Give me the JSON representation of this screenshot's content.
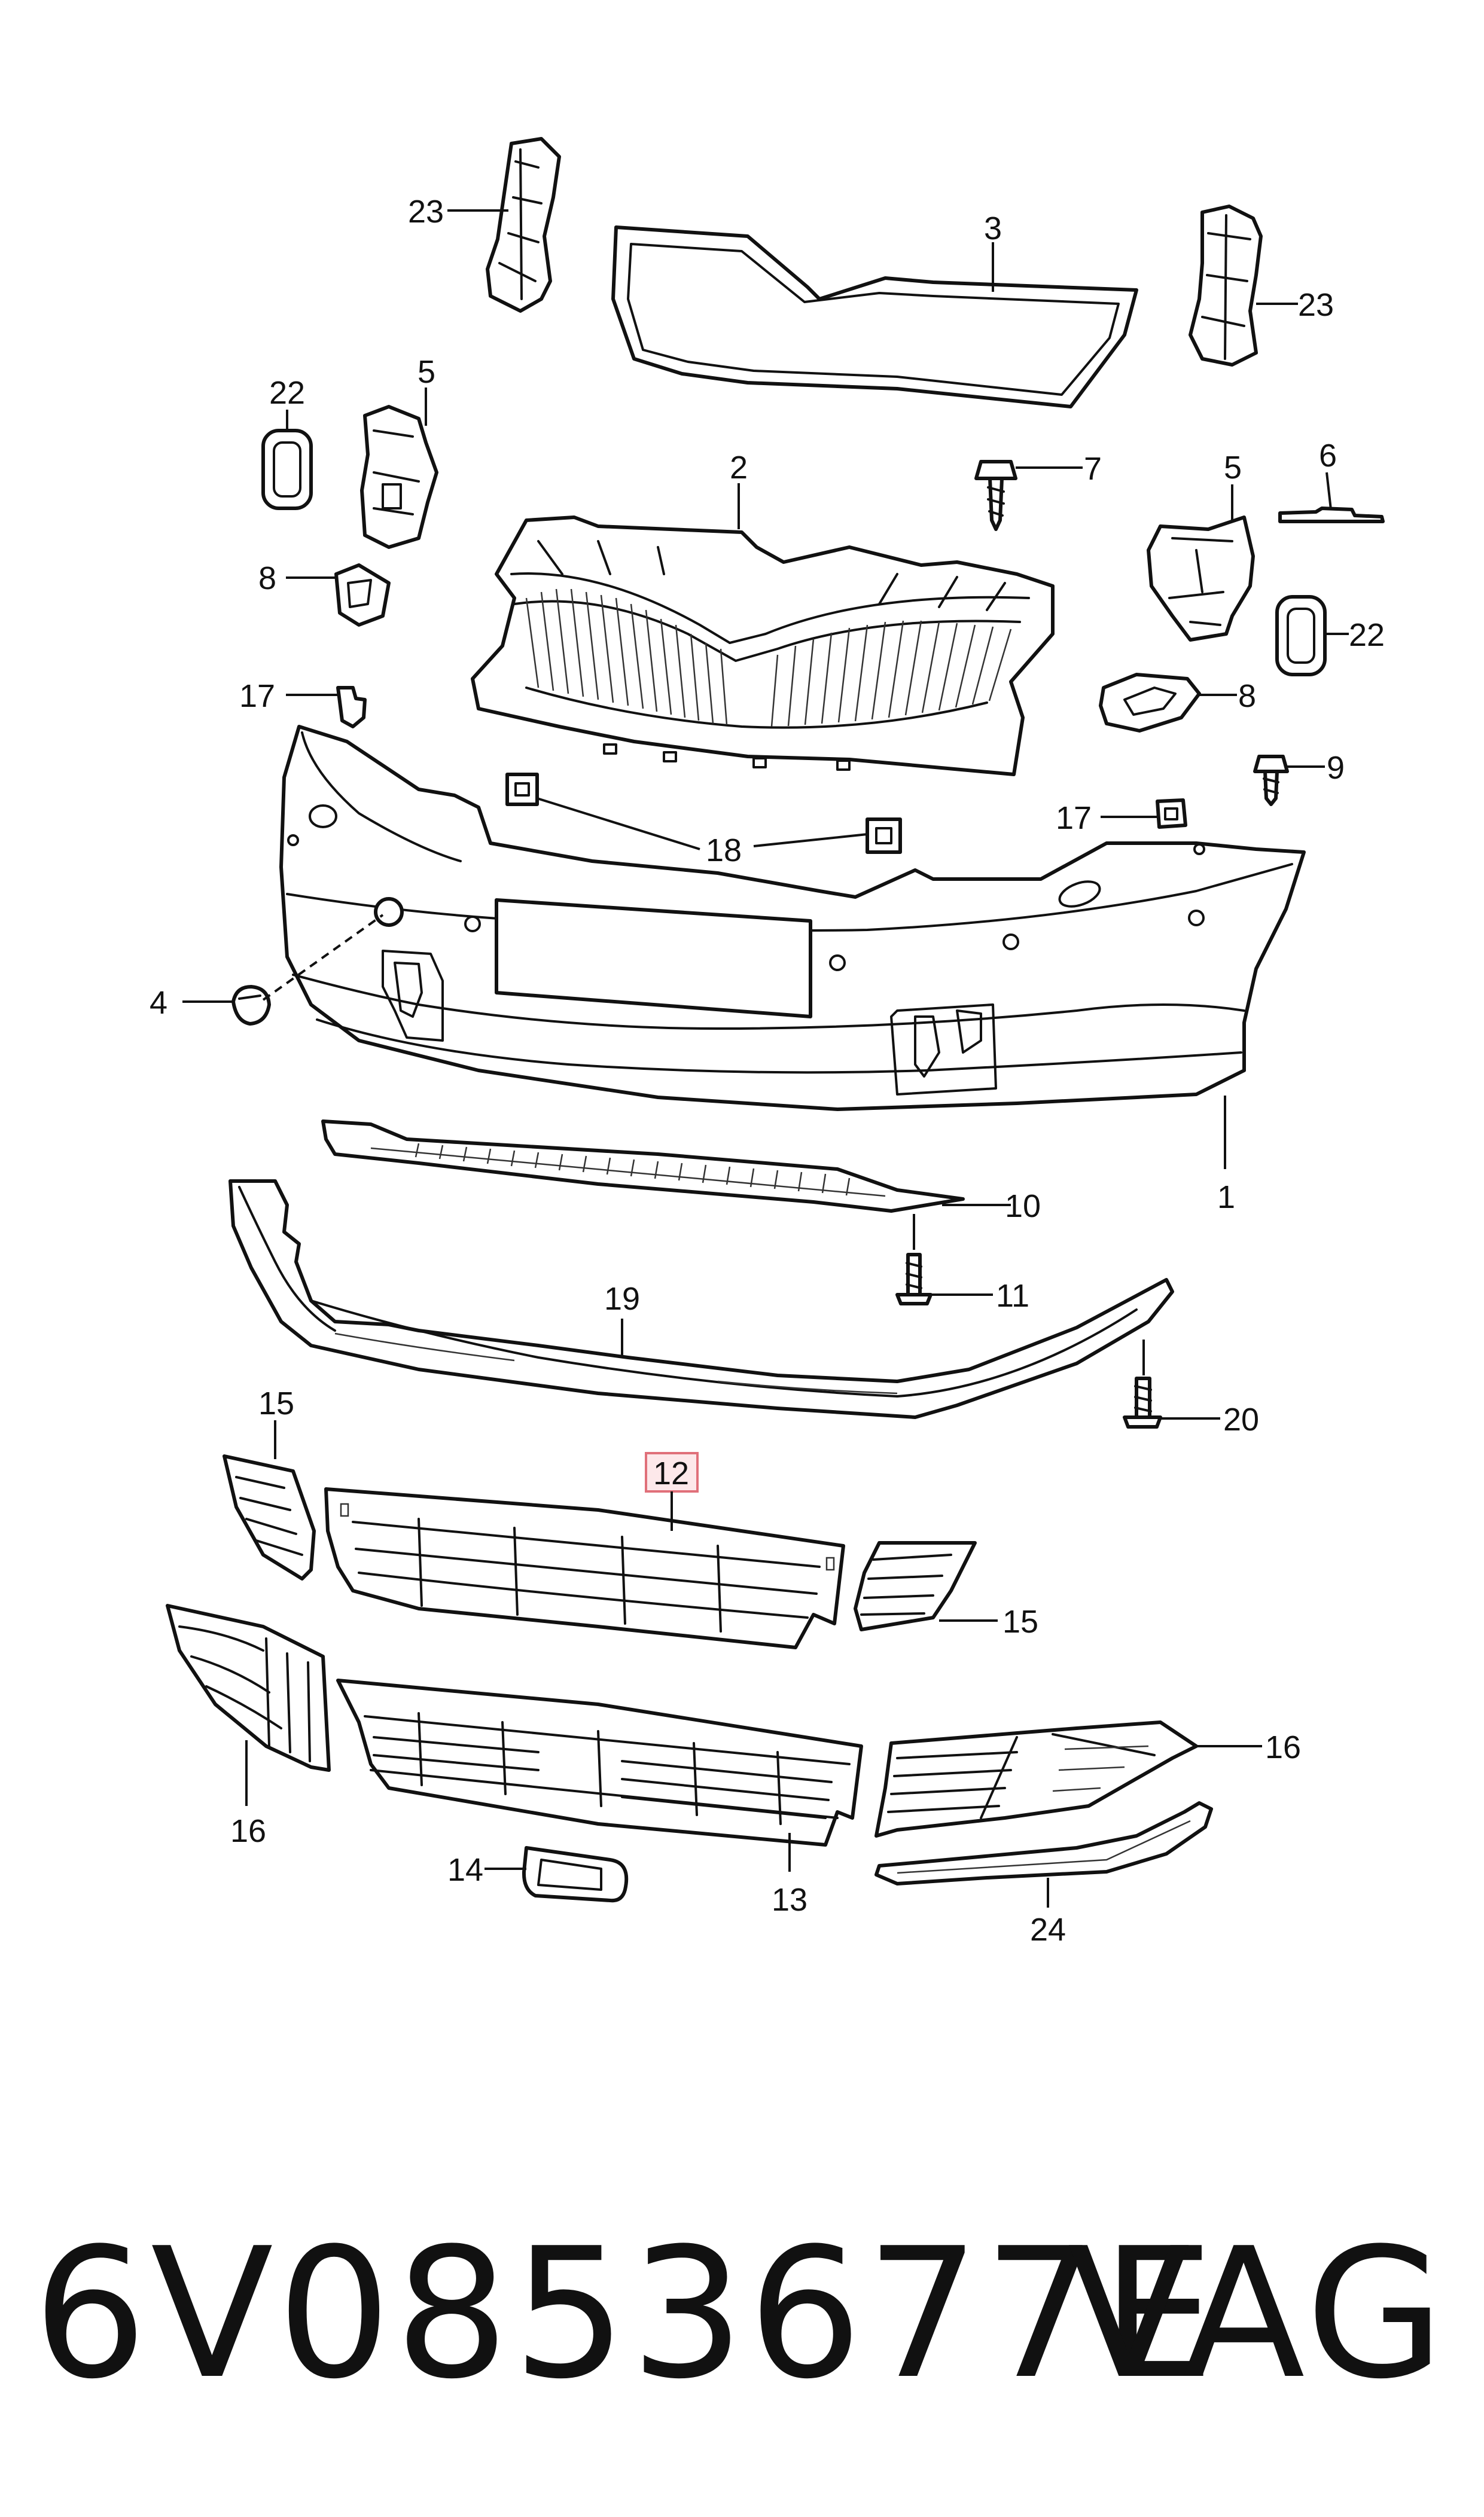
{
  "labels": {
    "p1": "1",
    "p2": "2",
    "p3": "3",
    "p4": "4",
    "p5a": "5",
    "p5b": "5",
    "p6": "6",
    "p7": "7",
    "p8a": "8",
    "p8b": "8",
    "p9": "9",
    "p10": "10",
    "p11": "11",
    "p12": "12",
    "p13": "13",
    "p14": "14",
    "p15a": "15",
    "p15b": "15",
    "p16a": "16",
    "p16b": "16",
    "p17a": "17",
    "p17b": "17",
    "p18": "18",
    "p19": "19",
    "p20": "20",
    "p22a": "22",
    "p22b": "22",
    "p23a": "23",
    "p23b": "23",
    "p24": "24"
  },
  "highlighted_part": "12",
  "colors": {
    "highlight_fill": "#fde8ea",
    "highlight_stroke": "#e0707a",
    "line": "#111111"
  },
  "footer": {
    "part_number": "6V0853677E",
    "brand": "VAG"
  }
}
